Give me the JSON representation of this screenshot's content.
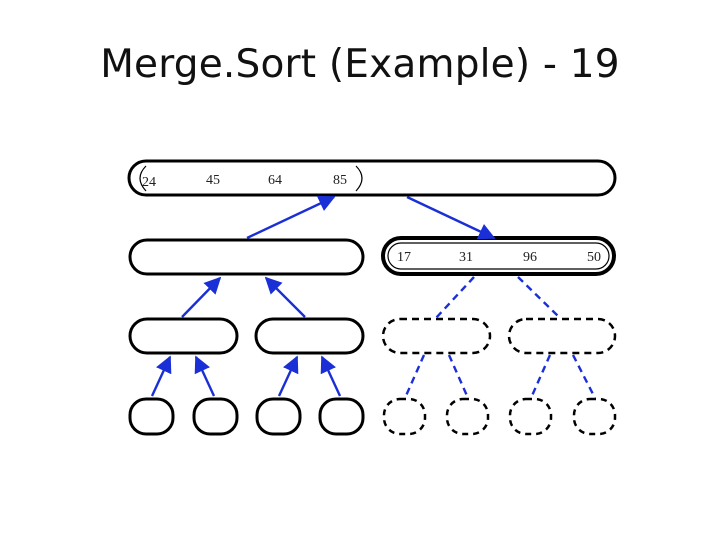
{
  "title": "Merge.Sort (Example) - 19",
  "colors": {
    "arrow": "#1a2fd6",
    "node_stroke": "#000000",
    "text": "#222222"
  },
  "root": {
    "values": [
      "24",
      "45",
      "64",
      "85"
    ]
  },
  "level1_right": {
    "values": [
      "17",
      "31",
      "96",
      "50"
    ]
  }
}
